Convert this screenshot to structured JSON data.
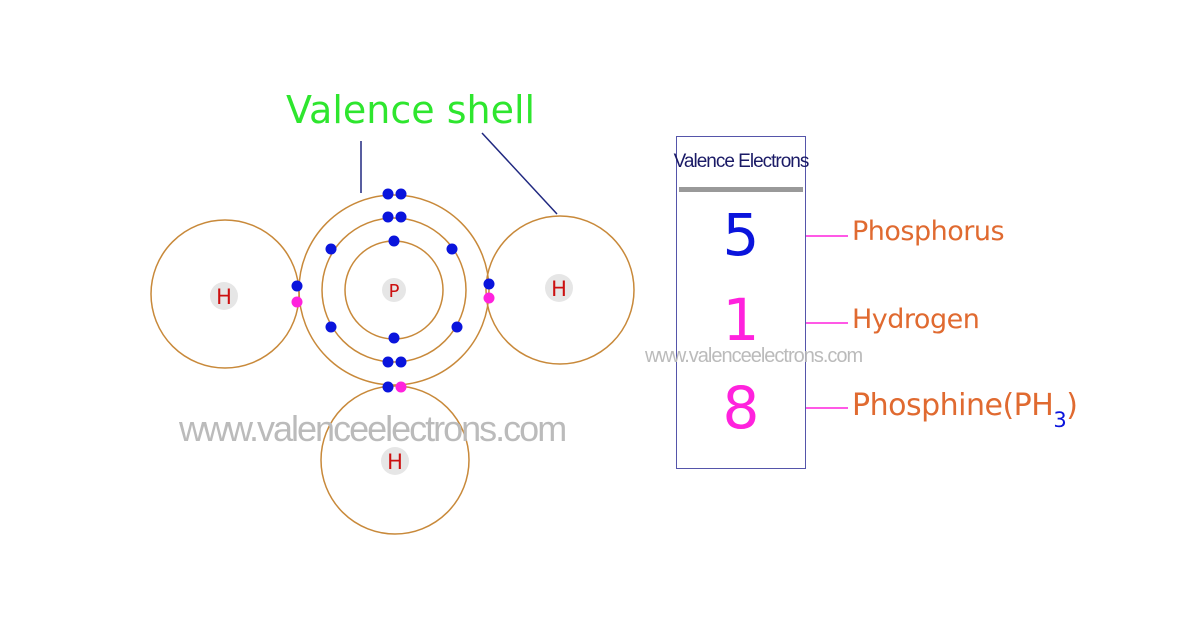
{
  "diagram": {
    "shell_label": "Valence shell",
    "central_atom": "P",
    "outer_atoms": [
      "H",
      "H",
      "H"
    ],
    "colors": {
      "orbit": "#c8893a",
      "electron": "#0a14dc",
      "shared_electron": "#ff22dd",
      "atom_text": "#cc1111",
      "shell_label": "#2ee62e",
      "pointer": "#202880"
    }
  },
  "table": {
    "header": "Valence Electrons",
    "rows": [
      {
        "value": "5",
        "label": "Phosphorus",
        "value_color": "#0a14dc"
      },
      {
        "value": "1",
        "label": "Hydrogen",
        "value_color": "#ff22dd"
      },
      {
        "value": "8",
        "label": "Phosphine(PH",
        "subscript": "3",
        "value_color": "#ff22dd"
      }
    ],
    "label_color": "#e06a30",
    "subscript_color": "#0a14dc",
    "leader_color": "#ff22dd"
  },
  "watermarks": [
    "www.valenceelectrons.com",
    "www.valenceelectrons.com"
  ]
}
